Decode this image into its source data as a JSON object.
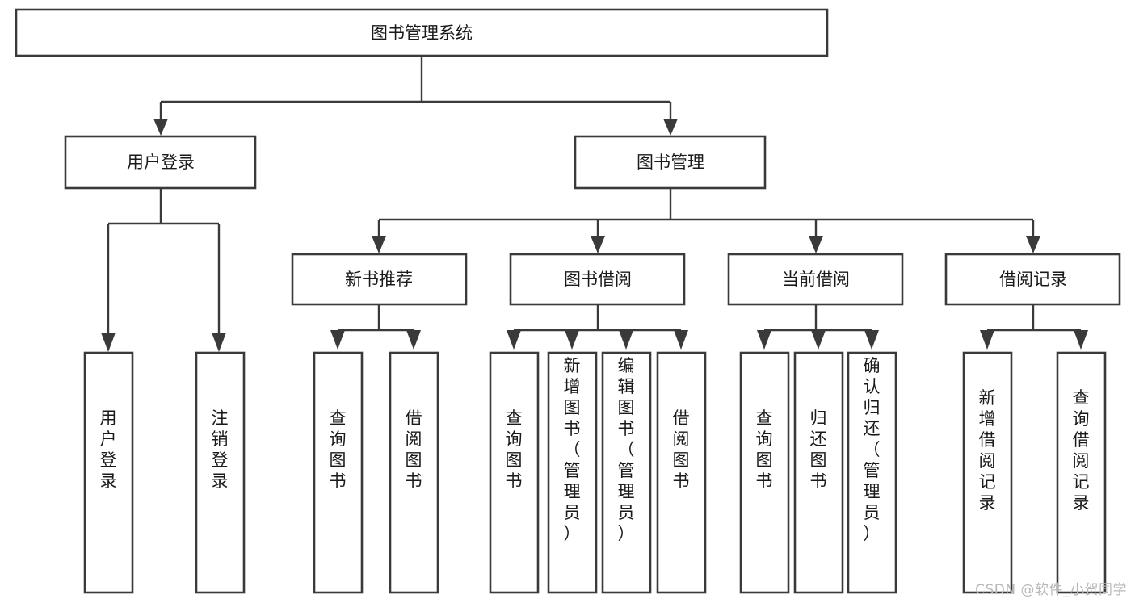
{
  "diagram": {
    "type": "tree",
    "title": "图书管理系统",
    "watermark": "CSDN @软件_小贺同学",
    "colors": {
      "box_stroke": "#3a3a3a",
      "box_fill": "#ffffff",
      "text": "#1a1a1a",
      "connector": "#3a3a3a",
      "watermark": "#b8b8b8",
      "background": "#ffffff"
    },
    "nodes": {
      "root": {
        "label": "图书管理系统"
      },
      "level1": [
        {
          "label": "用户登录"
        },
        {
          "label": "图书管理"
        }
      ],
      "level2": [
        {
          "label": "新书推荐"
        },
        {
          "label": "图书借阅"
        },
        {
          "label": "当前借阅"
        },
        {
          "label": "借阅记录"
        }
      ],
      "leaves_user_login": [
        {
          "label": "用户登录"
        },
        {
          "label": "注销登录"
        }
      ],
      "leaves_new_book": [
        {
          "label": "查询图书"
        },
        {
          "label": "借阅图书"
        }
      ],
      "leaves_borrow": [
        {
          "label": "查询图书"
        },
        {
          "label": "新增图书（管理员）"
        },
        {
          "label": "编辑图书（管理员）"
        },
        {
          "label": "借阅图书"
        }
      ],
      "leaves_current": [
        {
          "label": "查询图书"
        },
        {
          "label": "归还图书"
        },
        {
          "label": "确认归还（管理员）"
        }
      ],
      "leaves_records": [
        {
          "label": "新增借阅记录"
        },
        {
          "label": "查询借阅记录"
        }
      ]
    }
  }
}
